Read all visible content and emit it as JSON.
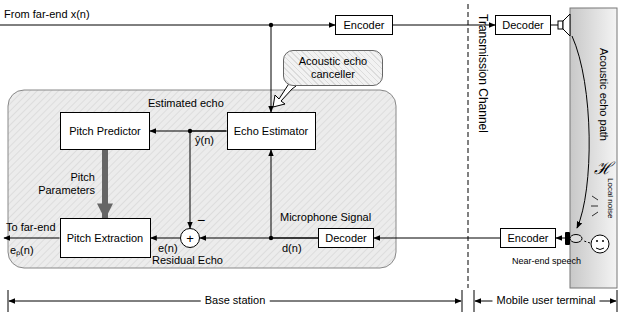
{
  "diagram": {
    "nodes": [
      {
        "text": [
          "Encoder"
        ]
      },
      {
        "text": [
          "Acoustic echo canceller"
        ]
      },
      {
        "text": [
          "Decoder"
        ]
      },
      {
        "text": [
          "Pitch Predictor"
        ]
      },
      {
        "text": [
          "Echo Estimator"
        ]
      },
      {
        "text": [
          "Pitch Extraction"
        ]
      },
      {
        "text": [
          "+"
        ]
      },
      {
        "text": [
          "Decoder"
        ]
      },
      {
        "text": [
          "Encoder"
        ]
      },
      {
        "text": [
          "Acoustic echo path",
          "ℋ"
        ]
      }
    ],
    "edges": [
      {
        "from": 0,
        "to": 2,
        "arrow": "to"
      },
      {
        "from": 4,
        "to": 3,
        "arrow": "to"
      },
      {
        "from": 4,
        "to": 6,
        "arrow": "to"
      },
      {
        "from": 3,
        "to": 5,
        "arrow": "to",
        "label": "Pitch Parameters"
      },
      {
        "from": 6,
        "to": 5,
        "arrow": "to"
      },
      {
        "from": 7,
        "to": 6,
        "arrow": "to"
      },
      {
        "from": 7,
        "to": 4,
        "arrow": "to"
      },
      {
        "from": 8,
        "to": 7,
        "arrow": "to"
      },
      {
        "from": 2,
        "to": 9,
        "arrow": "none"
      },
      {
        "from": 9,
        "to": 8,
        "arrow": "to"
      }
    ],
    "labels": [
      "From far-end x(n)",
      "Transmission Channel",
      "Estimated echo",
      "ŷ(n)",
      "To far-end",
      "eₚ(n)",
      "−",
      "e(n)",
      "Residual Echo",
      "Microphone Signal",
      "d(n)",
      "Local noise",
      "Near-end speech",
      "Base station",
      "Mobile user terminal"
    ]
  }
}
